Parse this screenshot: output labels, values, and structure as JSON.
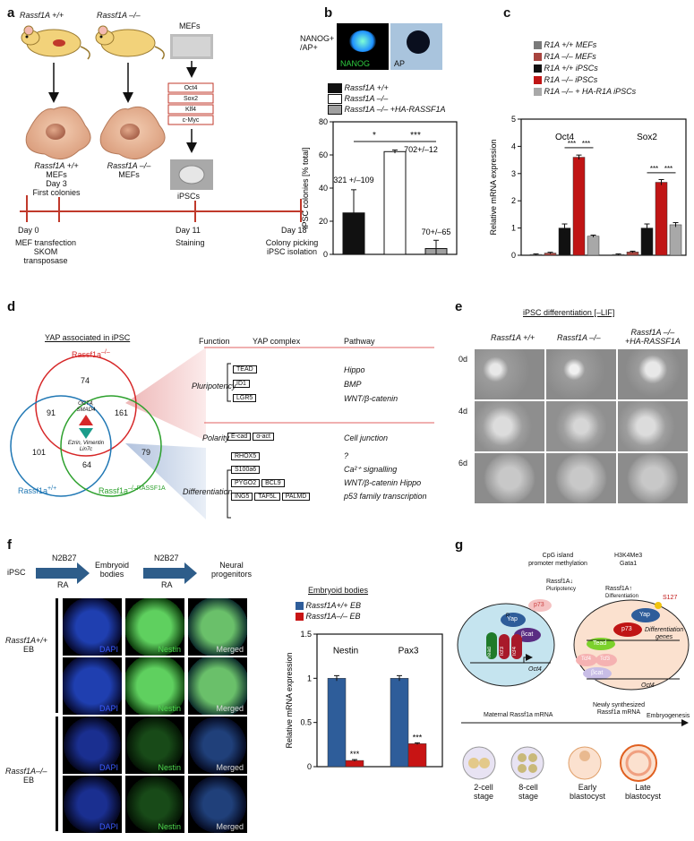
{
  "panel_labels": {
    "a": "a",
    "b": "b",
    "c": "c",
    "d": "d",
    "e": "e",
    "f": "f",
    "g": "g"
  },
  "panel_a": {
    "mouse_wt": "Rassf1A +/+",
    "mouse_ko": "Rassf1A –/–",
    "mefs_title": "MEFs",
    "factors": [
      "Oct4",
      "Sox2",
      "Klf4",
      "c-Myc"
    ],
    "mef_wt_line1": "Rassf1A +/+",
    "mef_wt_line2": "MEFs",
    "mef_ko_line1": "Rassf1A –/–",
    "mef_ko_line2": "MEFs",
    "ipscs": "iPSCs",
    "day3_a": "Day 3",
    "day3_b": "First colonies",
    "day0": "Day 0",
    "day0_note1": "MEF transfection",
    "day0_note2": "SKOM",
    "day0_note3": "transposase",
    "day11": "Day 11",
    "day11_note": "Staining",
    "day18": "Day 18",
    "day18_note1": "Colony picking",
    "day18_note2": "iPSC isolation"
  },
  "panel_b": {
    "nanog_label1": "NANOG+",
    "nanog_label2": "/AP+",
    "img_nanog": "NANOG",
    "img_ap": "AP",
    "legend": [
      "Rassf1A +/+",
      "Rassf1A –/–",
      "Rassf1A –/– +HA-RASSF1A"
    ],
    "colors": [
      "#111111",
      "#ffffff",
      "#a0a0a0"
    ],
    "ylabel": "iPSC colonies [% total]",
    "sig1": "*",
    "sig2": "***",
    "ann1": "321 +/–109",
    "ann2": "702+/–12",
    "ann3": "70+/–65"
  },
  "panel_c": {
    "legend": [
      "R1A +/+ MEFs",
      "R1A –/– MEFs",
      "R1A +/+ iPSCs",
      "R1A –/– iPSCs",
      "R1A –/– + HA-R1A iPSCs"
    ],
    "colors": [
      "#7a7a7a",
      "#a8443e",
      "#111111",
      "#c01515",
      "#a8a8a8"
    ],
    "ylabel": "Relative mRNA expression",
    "group1": "Oct4",
    "group2": "Sox2",
    "sig": "***"
  },
  "panel_d": {
    "title": "YAP associated in iPSC",
    "set_ko": "Rassf1a",
    "set_ko_sup": "–/–",
    "set_wt": "Rassf1a",
    "set_wt_sup": "+/+",
    "set_rescue": "Rassf1a",
    "set_rescue_sup": "–/–RASSF1A",
    "n_ko_only": "74",
    "n_ko_wt": "91",
    "n_ko_rescue": "161",
    "n_wt_only": "101",
    "n_all": "64",
    "n_rescue_only": "79",
    "center_top1": "OCT4,",
    "center_top2": "SMAD4",
    "center_bot1": "Ezrin, Vimentin",
    "center_bot2": "Lin7c",
    "head_function": "Function",
    "head_complex": "YAP complex",
    "head_pathway": "Pathway",
    "func_pluri": "Pluripotency",
    "pluri_boxes": [
      "TEAD",
      "ID1",
      "LGR5"
    ],
    "pluri_paths": [
      "Hippo",
      "BMP",
      "WNT/β-catenin"
    ],
    "func_polarity": "Polarity",
    "polarity_boxes": [
      "E-cad",
      "α-act"
    ],
    "polarity_path": "Cell junction",
    "func_diff": "Differentiation",
    "diff_boxes": [
      "RHOX5",
      "S100a6",
      "PYGO2",
      "BCL9",
      "ING5",
      "TAF5L",
      "PALMD"
    ],
    "diff_paths": [
      "?",
      "Ca²⁺ signalling",
      "WNT/β-catenin Hippo",
      "p53 family transcription"
    ]
  },
  "panel_e": {
    "title": "iPSC differentiation [–LIF]",
    "col1": "Rassf1A +/+",
    "col2": "Rassf1A –/–",
    "col3a": "Rassf1A –/–",
    "col3b": "+HA-RASSF1A",
    "rows": [
      "0d",
      "4d",
      "6d"
    ]
  },
  "panel_f": {
    "ipsc": "iPSC",
    "n2b27_1": "N2B27",
    "ra_1": "RA",
    "eb": "Embryoid",
    "eb2": "bodies",
    "n2b27_2": "N2B27",
    "ra_2": "RA",
    "np1": "Neural",
    "np2": "progenitors",
    "row_wt1": "Rassf1A+/+",
    "row_wt2": "EB",
    "row_ko1": "Rassf1A–/–",
    "row_ko2": "EB",
    "ch_dapi": "DAPI",
    "ch_nestin": "Nestin",
    "ch_merged": "Merged",
    "chart_title": "Embryoid bodies",
    "legend": [
      "Rassf1A+/+ EB",
      "Rassf1A–/– EB"
    ],
    "colors": [
      "#2e5d9a",
      "#c81414"
    ],
    "ylabel": "Relative mRNA expression",
    "group1": "Nestin",
    "group2": "Pax3",
    "sig": "***"
  },
  "panel_g": {
    "cpg1": "CpG island",
    "cpg2": "promoter methylation",
    "h3k": "H3K4Me3",
    "gata": "Gata1",
    "r1a_left": "Rassf1A↓",
    "pluri": "Pluripotency",
    "r1a_right": "Rassf1A↑",
    "diff": "Differentiation",
    "s127": "S127",
    "yap": "Yap",
    "p73": "p73",
    "bcat": "βcat",
    "tead": "Tead",
    "tcf3": "Tcf3",
    "tcf4": "Tcf4",
    "oct4": "Oct4",
    "diff_genes1": "Differentiation",
    "diff_genes2": "genes",
    "p_label": "P",
    "maternal": "Maternal Rassf1a mRNA",
    "newly1": "Newly synthesized",
    "newly2": "Rassf1a mRNA",
    "embryogenesis": "Embryogenesis",
    "stages": [
      "2-cell",
      "stage",
      "8-cell",
      "stage",
      "Early",
      "blastocyst",
      "Late",
      "blastocyst"
    ]
  },
  "chart_data": [
    {
      "type": "bar",
      "categories": [
        "Rassf1A +/+",
        "Rassf1A –/–",
        "Rassf1A –/– +HA-RASSF1A"
      ],
      "values": [
        25,
        62,
        3.5
      ],
      "errors": [
        14,
        1,
        5
      ],
      "ylabel": "iPSC colonies [% total]",
      "ylim": [
        0,
        80
      ],
      "yticks": [
        0,
        20,
        40,
        60,
        80
      ]
    },
    {
      "type": "bar",
      "categories": [
        "Oct4",
        "Sox2"
      ],
      "series": [
        {
          "name": "R1A +/+ MEFs",
          "values": [
            0.03,
            0.03
          ],
          "errors": [
            0.02,
            0.02
          ]
        },
        {
          "name": "R1A –/– MEFs",
          "values": [
            0.08,
            0.12
          ],
          "errors": [
            0.03,
            0.03
          ]
        },
        {
          "name": "R1A +/+ iPSCs",
          "values": [
            1.0,
            1.0
          ],
          "errors": [
            0.15,
            0.15
          ]
        },
        {
          "name": "R1A –/– iPSCs",
          "values": [
            3.6,
            2.68
          ],
          "errors": [
            0.08,
            0.1
          ]
        },
        {
          "name": "R1A –/– + HA-R1A iPSCs",
          "values": [
            0.7,
            1.12
          ],
          "errors": [
            0.04,
            0.08
          ]
        }
      ],
      "ylabel": "Relative mRNA expression",
      "ylim": [
        0,
        5
      ],
      "yticks": [
        0,
        1,
        2,
        3,
        4,
        5
      ]
    },
    {
      "type": "bar",
      "categories": [
        "Nestin",
        "Pax3"
      ],
      "series": [
        {
          "name": "Rassf1A+/+ EB",
          "values": [
            1.0,
            1.0
          ],
          "errors": [
            0.03,
            0.03
          ]
        },
        {
          "name": "Rassf1A–/– EB",
          "values": [
            0.07,
            0.26
          ],
          "errors": [
            0.01,
            0.01
          ]
        }
      ],
      "ylabel": "Relative mRNA expression",
      "ylim": [
        0,
        1.5
      ],
      "yticks": [
        0,
        0.5,
        1,
        1.5
      ]
    }
  ]
}
